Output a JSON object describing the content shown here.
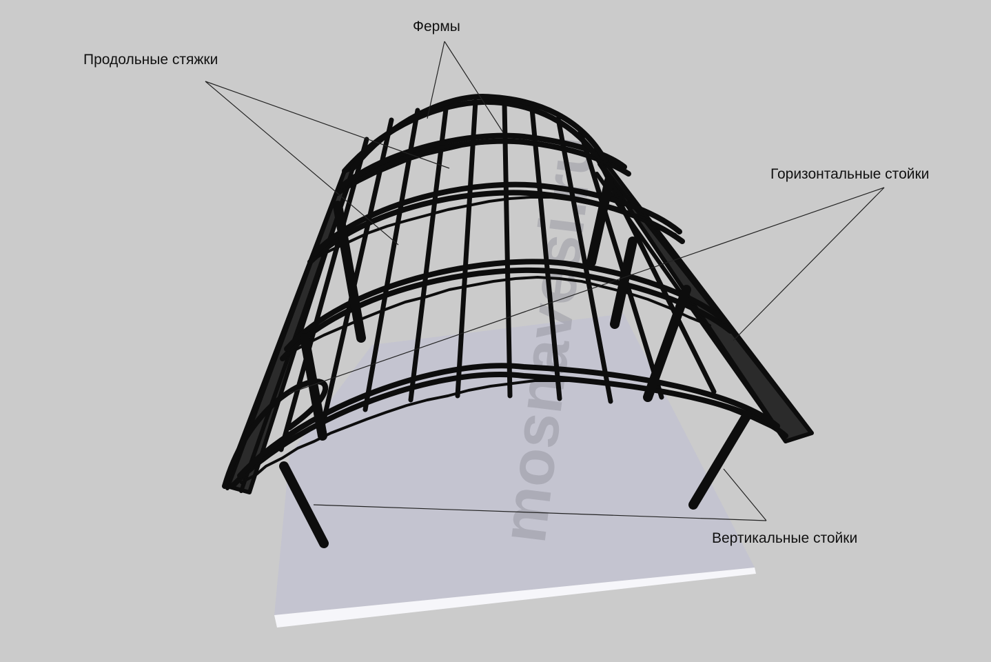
{
  "labels": {
    "trusses": "Фермы",
    "longitudinal_ties": "Продольные стяжки",
    "horizontal_posts": "Горизонтальные стойки",
    "vertical_posts": "Вертикальные стойки"
  },
  "watermark": "mosnavesi.ru",
  "colors": {
    "background": "#cbcbcb",
    "frame": "#0d0d0d",
    "base_slab": "#c3c3cf",
    "slab_edge": "#ffffff",
    "leader_lines": "#222222"
  }
}
